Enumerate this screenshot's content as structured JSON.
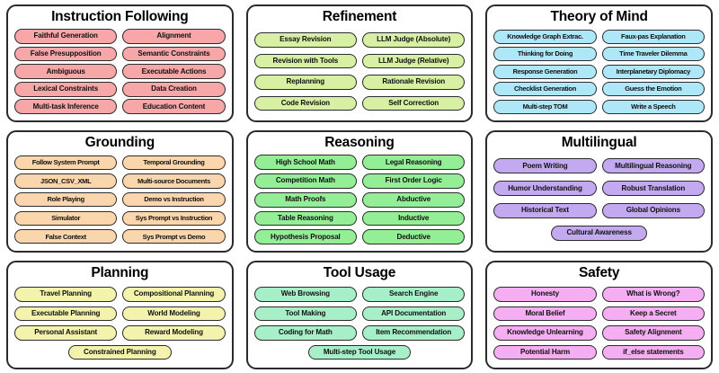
{
  "figure": {
    "type": "taxonomy-grid",
    "columns": 3,
    "rows": 3
  },
  "panels": [
    {
      "id": "instruction-following",
      "title": "Instruction Following",
      "color": "#F7A7A7",
      "border_color": "#2b2b2b",
      "rows": [
        [
          "Faithful Generation",
          "Alignment"
        ],
        [
          "False Presupposition",
          "Semantic Constraints"
        ],
        [
          "Ambiguous",
          "Executable Actions"
        ],
        [
          "Lexical Constraints",
          "Data Creation"
        ],
        [
          "Multi-task Inference",
          "Education Content"
        ]
      ]
    },
    {
      "id": "refinement",
      "title": "Refinement",
      "color": "#D7F0A3",
      "border_color": "#2b2b2b",
      "rows": [
        [
          "Essay Revision",
          "LLM Judge (Absolute)"
        ],
        [
          "Revision with Tools",
          "LLM Judge (Relative)"
        ],
        [
          "Replanning",
          "Rationale Revision"
        ],
        [
          "Code Revision",
          "Self Correction"
        ]
      ]
    },
    {
      "id": "theory-of-mind",
      "title": "Theory of Mind",
      "color": "#AEE7F8",
      "border_color": "#2b2b2b",
      "rows": [
        [
          "Knowledge Graph Extrac.",
          "Faux-pas Explanation"
        ],
        [
          "Thinking for Doing",
          "Time Traveler Dilemma"
        ],
        [
          "Response Generation",
          "Interplanetary Diplomacy"
        ],
        [
          "Checklist Generation",
          "Guess the Emotion"
        ],
        [
          "Multi-step TOM",
          "Write a Speech"
        ]
      ]
    },
    {
      "id": "grounding",
      "title": "Grounding",
      "color": "#FBD5AC",
      "border_color": "#2b2b2b",
      "rows": [
        [
          "Follow System Prompt",
          "Temporal Grounding"
        ],
        [
          "JSON_CSV_XML",
          "Multi-source Documents"
        ],
        [
          "Role Playing",
          "Demo vs Instruction"
        ],
        [
          "Simulator",
          "Sys Prompt vs Instruction"
        ],
        [
          "False Context",
          "Sys Prompt vs Demo"
        ]
      ]
    },
    {
      "id": "reasoning",
      "title": "Reasoning",
      "color": "#94EE96",
      "border_color": "#2b2b2b",
      "rows": [
        [
          "High School Math",
          "Legal Reasoning"
        ],
        [
          "Competition Math",
          "First Order Logic"
        ],
        [
          "Math Proofs",
          "Abductive"
        ],
        [
          "Table Reasoning",
          "Inductive"
        ],
        [
          "Hypothesis Proposal",
          "Deductive"
        ]
      ]
    },
    {
      "id": "multilingual",
      "title": "Multilingual",
      "color": "#C3A9EF",
      "border_color": "#2b2b2b",
      "rows": [
        [
          "Poem Writing",
          "Multilingual Reasoning"
        ],
        [
          "Humor Understanding",
          "Robust Translation"
        ],
        [
          "Historical Text",
          "Global Opinions"
        ],
        [
          "Cultural Awareness"
        ]
      ]
    },
    {
      "id": "planning",
      "title": "Planning",
      "color": "#F3F3AE",
      "border_color": "#2b2b2b",
      "rows": [
        [
          "Travel Planning",
          "Compositional Planning"
        ],
        [
          "Executable Planning",
          "World Modeling"
        ],
        [
          "Personal Assistant",
          "Reward Modeling"
        ],
        [
          "Constrained Planning"
        ]
      ]
    },
    {
      "id": "tool-usage",
      "title": "Tool Usage",
      "color": "#A6EFC9",
      "border_color": "#2b2b2b",
      "rows": [
        [
          "Web Browsing",
          "Search Engine"
        ],
        [
          "Tool Making",
          "API Documentation"
        ],
        [
          "Coding for Math",
          "Item Recommendation"
        ],
        [
          "Multi-step Tool Usage"
        ]
      ]
    },
    {
      "id": "safety",
      "title": "Safety",
      "color": "#F4AEF1",
      "border_color": "#2b2b2b",
      "rows": [
        [
          "Honesty",
          "What is Wrong?"
        ],
        [
          "Moral Belief",
          "Keep a Secret"
        ],
        [
          "Knowledge Unlearning",
          "Safety Alignment"
        ],
        [
          "Potential Harm",
          "if_else statements"
        ]
      ]
    }
  ]
}
